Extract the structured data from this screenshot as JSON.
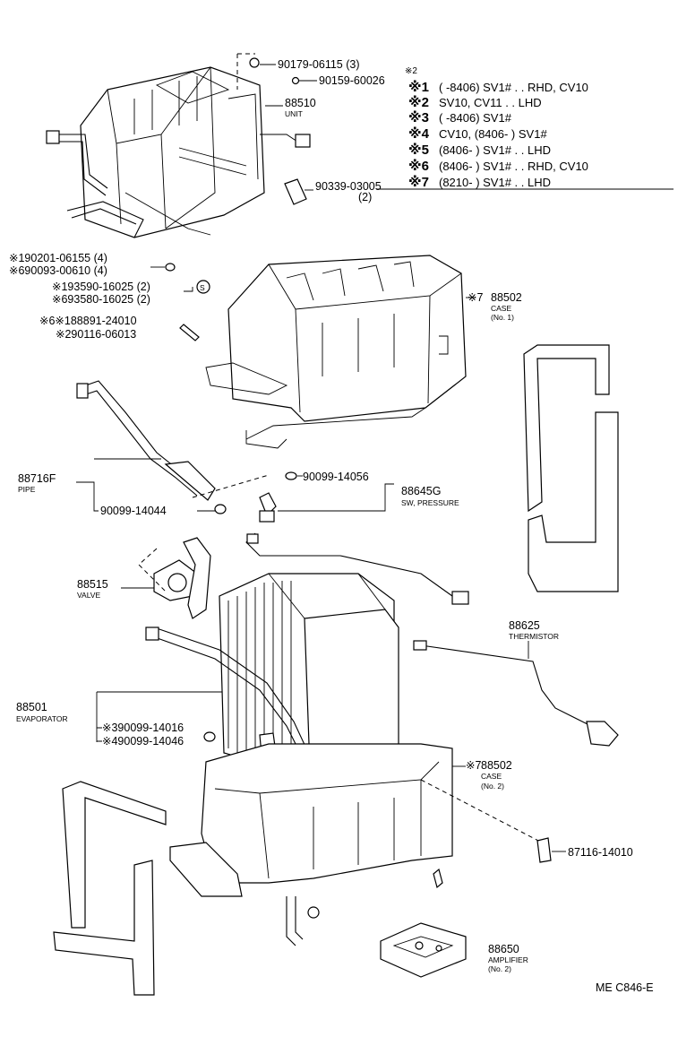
{
  "diagram_code": "ME C846-E",
  "notes": {
    "header_marker": "※2",
    "rows": [
      {
        "mark": "※1",
        "text": "(        -8406) SV1# . . RHD, CV10"
      },
      {
        "mark": "※2",
        "text": "SV10, CV11 . . LHD"
      },
      {
        "mark": "※3",
        "text": "(        -8406) SV1#"
      },
      {
        "mark": "※4",
        "text": "CV10, (8406-          ) SV1#"
      },
      {
        "mark": "※5",
        "text": "(8406-          ) SV1# . . LHD"
      },
      {
        "mark": "※6",
        "text": "(8406-          ) SV1# . . RHD, CV10"
      },
      {
        "mark": "※7",
        "text": "(8210-          ) SV1# . . LHD"
      }
    ]
  },
  "labels": {
    "p90179": "90179-06115 (3)",
    "p90159": "90159-60026",
    "p88510": "88510",
    "p88510_name": "UNIT",
    "p90339": "90339-03005",
    "p90339_qty": "(2)",
    "p190201": "※190201-06155 (4)",
    "p690093": "※690093-00610 (4)",
    "p193590": "※193590-16025 (2)",
    "p693580": "※693580-16025 (2)",
    "circle_s": "S",
    "p188891": "※6※188891-24010",
    "p290116": "※290116-06013",
    "p88502a_mark": "※7",
    "p88502a": "88502",
    "p88502a_name": "CASE",
    "p88502a_sub": "(No. 1)",
    "p88716f": "88716F",
    "p88716f_name": "PIPE",
    "p90099_14056": "90099-14056",
    "p90099_14044": "90099-14044",
    "p88645g": "88645G",
    "p88645g_name": "SW, PRESSURE",
    "p88515": "88515",
    "p88515_name": "VALVE",
    "p88625": "88625",
    "p88625_name": "THERMISTOR",
    "p88501": "88501",
    "p88501_name": "EVAPORATOR",
    "p390099": "※390099-14016",
    "p490099": "※490099-14046",
    "p88502b_mark": "※7",
    "p88502b": "88502",
    "p88502b_name": "CASE",
    "p88502b_sub": "(No. 2)",
    "p87116": "87116-14010",
    "p88650": "88650",
    "p88650_name": "AMPLIFIER",
    "p88650_sub": "(No. 2)"
  }
}
